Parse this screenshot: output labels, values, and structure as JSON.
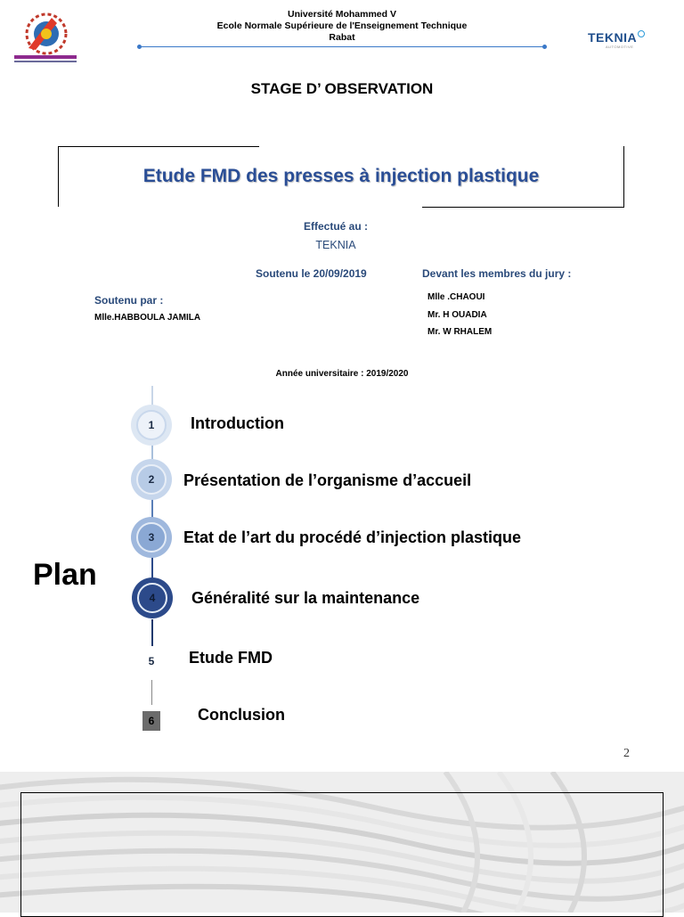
{
  "header": {
    "line1": "Université Mohammed V",
    "line2": "Ecole Normale Supérieure de l'Enseignement Technique",
    "line3": "Rabat",
    "right_logo": "TEKNIA",
    "right_logo_sub": "AUTOMOTIVE"
  },
  "stage_title": "STAGE D’ OBSERVATION",
  "main_title": "Etude FMD des presses à injection plastique",
  "effectue": {
    "label": "Effectué au :",
    "value": "TEKNIA"
  },
  "soutenu_date": "Soutenu le 20/09/2019",
  "jury": {
    "label": "Devant les membres du jury :",
    "members": [
      "Mlle .CHAOUI",
      "Mr. H OUADIA",
      "Mr. W RHALEM"
    ]
  },
  "soutenu_par": {
    "label": "Soutenu par :",
    "name": "Mlle.HABBOULA JAMILA"
  },
  "annee": "Année universitaire : 2019/2020",
  "plan": {
    "title": "Plan",
    "items": [
      {
        "num": "1",
        "label": "Introduction"
      },
      {
        "num": "2",
        "label": "Présentation de l’organisme d’accueil"
      },
      {
        "num": "3",
        "label": "Etat de l’art du procédé d’injection plastique"
      },
      {
        "num": "4",
        "label": "Généralité sur la maintenance"
      },
      {
        "num": "5",
        "label": "Etude FMD"
      },
      {
        "num": "6",
        "label": "Conclusion"
      }
    ]
  },
  "page_number": "2",
  "colors": {
    "title_blue": "#2a4e96",
    "accent_blue": "#3a78c8",
    "dark_circle": "#2c4a8a"
  }
}
